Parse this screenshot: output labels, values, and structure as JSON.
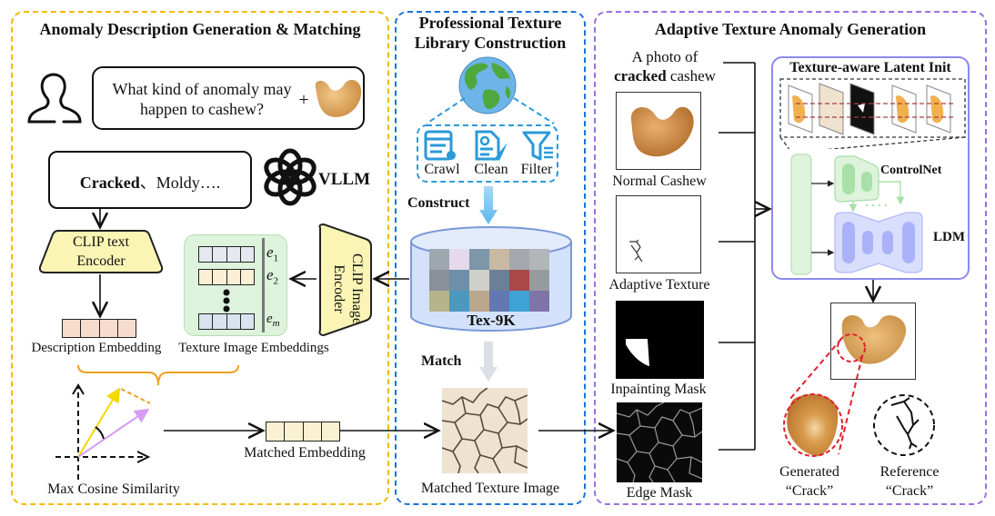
{
  "panels": {
    "left": {
      "title": "Anomaly Description Generation & Matching",
      "border_color": "#F5B800",
      "query": {
        "line1": "What kind of anomaly may",
        "line2": "happen to cashew?",
        "plus": "+"
      },
      "answer": {
        "bold": "Cracked",
        "rest": "、Moldy…."
      },
      "vllm_label": "VLLM",
      "clip_text_encoder": {
        "line1": "CLIP text",
        "line2": "Encoder"
      },
      "clip_image_encoder": {
        "line1": "CLIP Image",
        "line2": "Encoder"
      },
      "embeddings": {
        "e1": "e",
        "e1_sub": "1",
        "e2": "e",
        "e2_sub": "2",
        "em": "e",
        "em_sub": "m"
      },
      "description_embedding_label": "Description Embedding",
      "texture_embeddings_label": "Texture Image Embeddings",
      "max_cosine_label": "Max Cosine Similarity",
      "matched_embedding_label": "Matched Embedding"
    },
    "middle": {
      "title_line1": "Professional Texture",
      "title_line2": "Library Construction",
      "border_color": "#1A73D9",
      "steps": [
        {
          "icon": "crawl-icon",
          "label": "Crawl"
        },
        {
          "icon": "clean-icon",
          "label": "Clean"
        },
        {
          "icon": "filter-icon",
          "label": "Filter"
        }
      ],
      "construct_label": "Construct",
      "library_name": "Tex-9K",
      "match_label": "Match",
      "matched_texture_label": "Matched Texture Image"
    },
    "right": {
      "title": "Adaptive Texture Anomaly Generation",
      "border_color": "#9B6FE0",
      "prompt": {
        "line1": "A photo of",
        "bold": "cracked",
        "rest": " cashew"
      },
      "inputs": [
        {
          "label": "Normal Cashew"
        },
        {
          "label": "Adaptive Texture"
        },
        {
          "label": "Inpainting Mask"
        },
        {
          "label": "Edge Mask"
        }
      ],
      "latent_init_title": "Texture-aware Latent Init",
      "controlnet_label": "ControlNet",
      "ldm_label": "LDM",
      "generated_label": {
        "line1": "Generated",
        "line2": "“Crack”"
      },
      "reference_label": {
        "line1": "Reference",
        "line2": "“Crack”"
      }
    }
  },
  "colors": {
    "yellow_fill": "#FBF5B5",
    "green_fill": "#DDF3DC",
    "blue_fill": "#D9DEFD",
    "desc_emb_fill": "#F8DCCB",
    "tex_emb_light": "#E5E8EF",
    "tex_emb_yellow": "#FBF0D6",
    "tex_emb_blue": "#D9E3F0",
    "matched_emb_fill": "#FAF0D2"
  }
}
